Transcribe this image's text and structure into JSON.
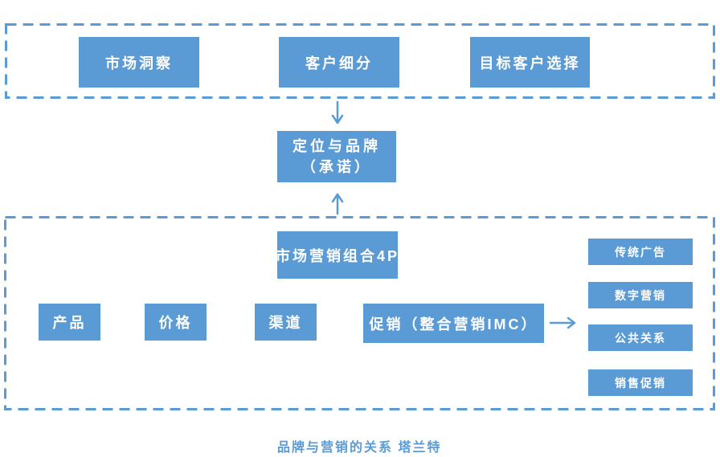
{
  "colors": {
    "accent": "#5b9bd5",
    "box_fill": "#5b9bd5",
    "text_on_box": "#ffffff",
    "background": "#ffffff"
  },
  "stp_row": {
    "items": [
      "市场洞察",
      "客户细分",
      "目标客户选择"
    ]
  },
  "positioning": {
    "line1": "定位与品牌",
    "line2": "（承诺）"
  },
  "marketing_mix": {
    "title": "市场营销组合4P",
    "four_p": [
      "产品",
      "价格",
      "渠道",
      "促销（整合营销IMC）"
    ],
    "imc_channels": [
      "传统广告",
      "数字营销",
      "公共关系",
      "销售促销"
    ]
  },
  "caption": "品牌与营销的关系 塔兰特"
}
